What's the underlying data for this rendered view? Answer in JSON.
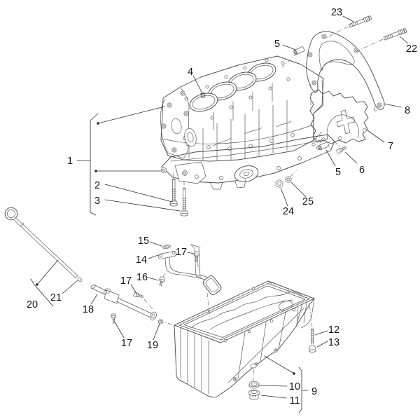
{
  "diagram": {
    "background": "#ffffff",
    "line_color": "#4d4d4d",
    "label_color": "#141414",
    "description": "Exploded parts diagram: cylinder block and crankcase, rear cover plate with gasket, oil sump, oil pick-up strainer, dipstick, pipes and fasteners"
  },
  "callouts": {
    "c1": "1",
    "c2": "2",
    "c3": "3",
    "c4": "4",
    "c5a": "5",
    "c5b": "5",
    "c6": "6",
    "c7": "7",
    "c8": "8",
    "c9": "9",
    "c10": "10",
    "c11": "11",
    "c12": "12",
    "c13": "13",
    "c14": "14",
    "c15": "15",
    "c16": "16",
    "c17a": "17",
    "c17b": "17",
    "c17c": "17",
    "c18": "18",
    "c19": "19",
    "c20": "20",
    "c21": "21",
    "c22": "22",
    "c23": "23",
    "c24": "24",
    "c25": "25"
  }
}
